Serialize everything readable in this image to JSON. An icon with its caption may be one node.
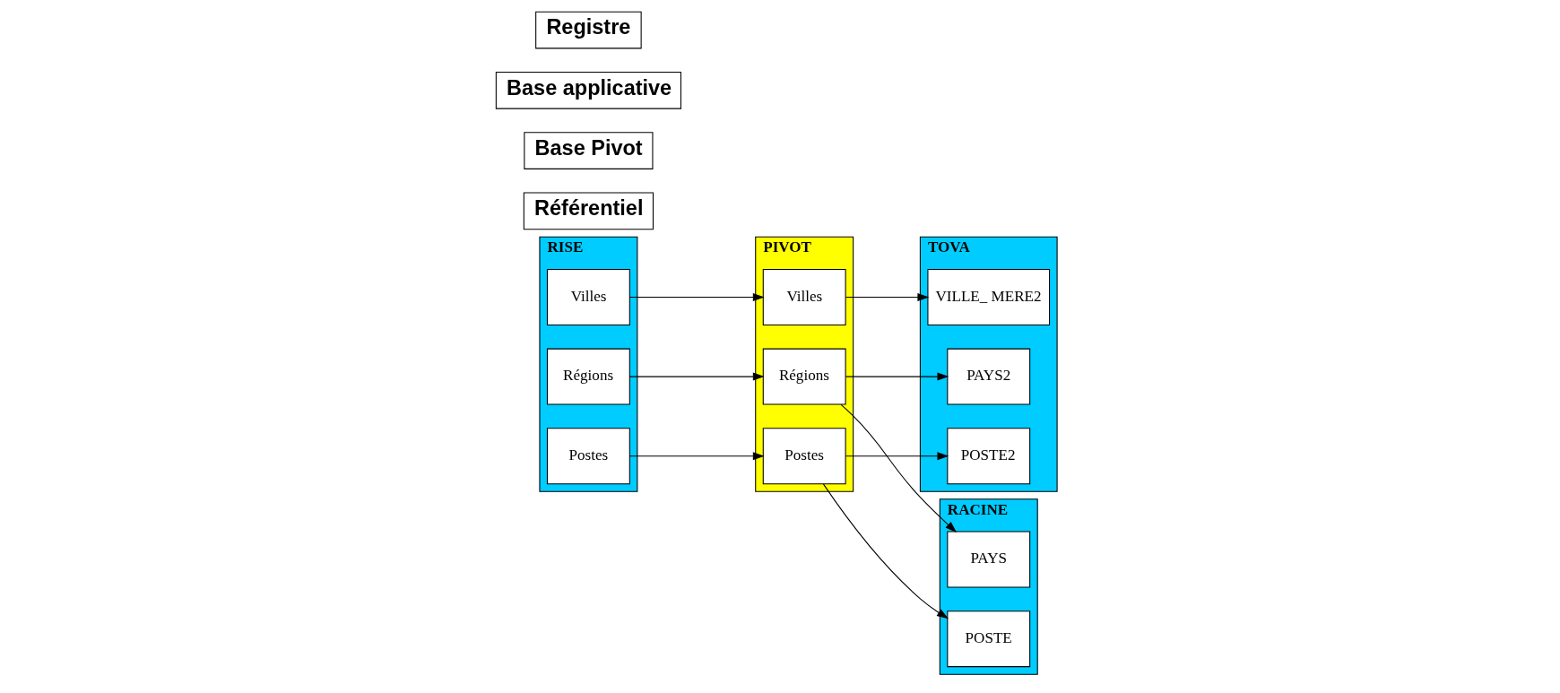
{
  "diagram": {
    "nodes": [
      {
        "text": [
          "RISE"
        ]
      },
      {
        "text": [
          "Régions"
        ],
        "in": 0
      },
      {
        "text": [
          "Villes"
        ],
        "in": 0
      },
      {
        "text": [
          "Postes"
        ],
        "in": 0
      },
      {
        "text": [
          "PIVOT"
        ]
      },
      {
        "text": [
          "Régions"
        ],
        "in": 4
      },
      {
        "text": [
          "Villes"
        ],
        "in": 4
      },
      {
        "text": [
          "Postes"
        ],
        "in": 4
      },
      {
        "text": [
          "TOVA"
        ]
      },
      {
        "text": [
          "PAYS2"
        ],
        "in": 8
      },
      {
        "text": [
          "VILLE_ MERE2"
        ],
        "in": 8
      },
      {
        "text": [
          "POSTE2"
        ],
        "in": 8
      },
      {
        "text": [
          "RACINE"
        ]
      },
      {
        "text": [
          "PAYS"
        ],
        "in": 12
      },
      {
        "text": [
          "POSTE"
        ],
        "in": 12
      },
      {
        "text": [
          "Référentiel"
        ]
      },
      {
        "text": [
          "Base Pivot"
        ]
      },
      {
        "text": [
          "Base applicative"
        ]
      },
      {
        "text": [
          "Registre"
        ]
      }
    ],
    "edges": [
      {
        "from": 1,
        "to": 5,
        "arrow": "to"
      },
      {
        "from": 2,
        "to": 6,
        "arrow": "to"
      },
      {
        "from": 3,
        "to": 7,
        "arrow": "to"
      },
      {
        "from": 5,
        "to": 9,
        "arrow": "to"
      },
      {
        "from": 5,
        "to": 13,
        "arrow": "to"
      },
      {
        "from": 6,
        "to": 10,
        "arrow": "to"
      },
      {
        "from": 7,
        "to": 11,
        "arrow": "to"
      },
      {
        "from": 7,
        "to": 14,
        "arrow": "to"
      }
    ]
  }
}
